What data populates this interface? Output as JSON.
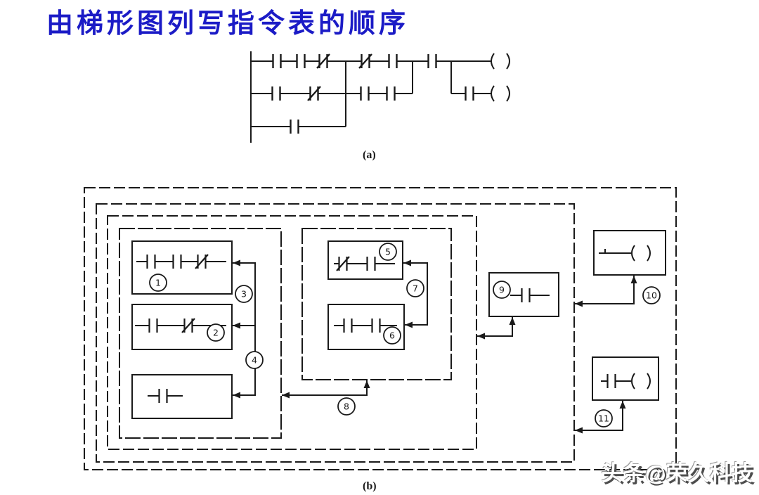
{
  "title": {
    "text": "由梯形图列写指令表的顺序"
  },
  "ladder_a": {
    "label": "(a)"
  },
  "diagram_b": {
    "label": "(b)",
    "steps": [
      "1",
      "2",
      "3",
      "4",
      "5",
      "6",
      "7",
      "8",
      "9",
      "10",
      "11"
    ]
  },
  "watermark": {
    "text": "头条@荣久科技"
  },
  "colors": {
    "background": "#ffffff",
    "title_blue": "#1b1bc6",
    "diagram_line": "#1a1a1a",
    "watermark_fill": "#ffffff",
    "watermark_shadow": "#4d4d4d"
  }
}
